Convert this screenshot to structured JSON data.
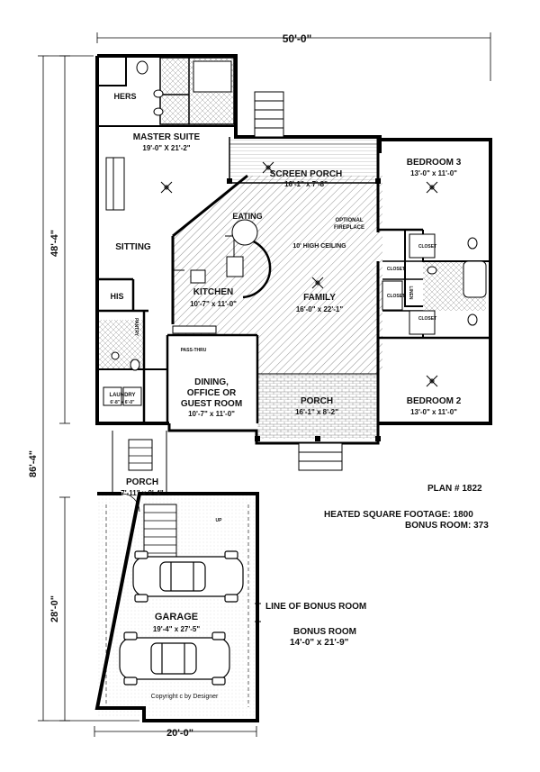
{
  "dimensions": {
    "top": "50'-0\"",
    "house_left": "48'-4\"",
    "overall_left": "86'-4\"",
    "garage_left": "28'-0\"",
    "garage_bottom": "20'-0\""
  },
  "rooms": {
    "hers": "HERS",
    "master_suite": "MASTER SUITE",
    "master_suite_size": "19'-0\" X 21'-2\"",
    "sitting": "SITTING",
    "his": "HIS",
    "screen_porch": "SCREEN PORCH",
    "screen_porch_size": "16'-1\" x 7'-8\"",
    "eating": "EATING",
    "optional_fireplace_1": "OPTIONAL",
    "optional_fireplace_2": "FIREPLACE",
    "ceiling": "10' HIGH CEILING",
    "kitchen": "KITCHEN",
    "kitchen_size": "10'-7\" x 11'-0\"",
    "family": "FAMILY",
    "family_size": "16'-0\" x 22'-1\"",
    "pantry": "PANTRY",
    "pass_thru": "PASS-THRU",
    "dining_1": "DINING,",
    "dining_2": "OFFICE OR",
    "dining_3": "GUEST ROOM",
    "dining_size": "10'-7\" x 11'-0\"",
    "laundry": "LAUNDRY",
    "laundry_size": "6'-8\" x 6'-0\"",
    "porch_rear": "PORCH",
    "porch_rear_size": "16'-1\" x 8'-2\"",
    "bedroom3": "BEDROOM 3",
    "bedroom3_size": "13'-0\" x 11'-0\"",
    "bedroom2": "BEDROOM 2",
    "bedroom2_size": "13'-0\" x 11'-0\"",
    "closet": "CLOSET",
    "linen": "LINEN",
    "porch_side": "PORCH",
    "porch_side_size": "7'-11\" x 9'-4\"",
    "garage": "GARAGE",
    "garage_size": "19'-4\" x 27'-5\"",
    "up": "UP",
    "copyright": "Copyright c by Designer"
  },
  "info": {
    "plan": "PLAN # 1822",
    "heated": "HEATED SQUARE FOOTAGE: 1800",
    "bonus_room": "BONUS ROOM: 373",
    "line_bonus": "LINE OF BONUS ROOM",
    "bonus_title": "BONUS ROOM",
    "bonus_size": "14'-0\" x 21'-9\""
  }
}
